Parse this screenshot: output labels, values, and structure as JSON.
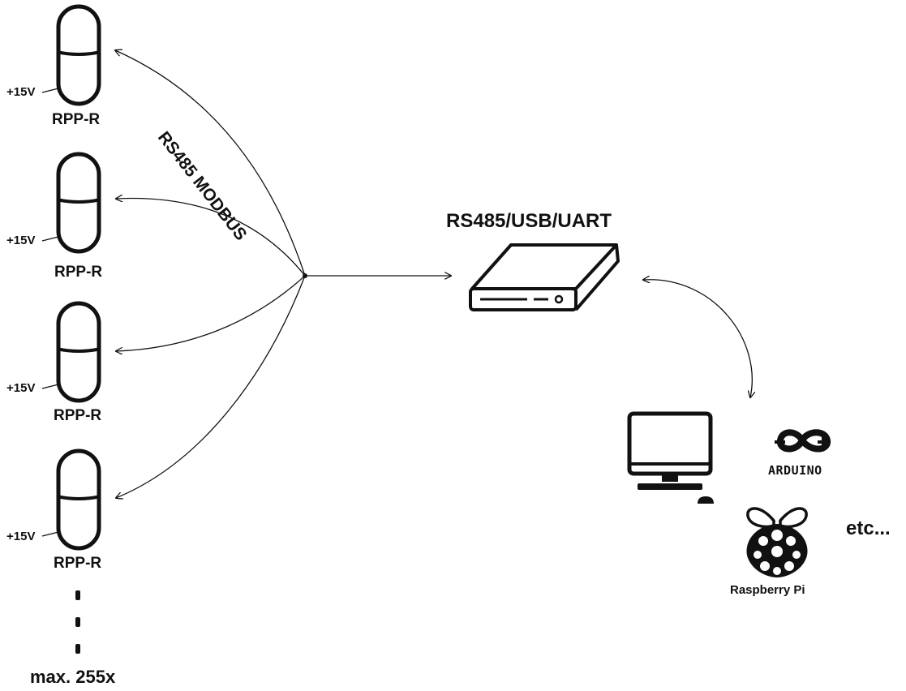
{
  "sensors": [
    {
      "voltage": "+15V",
      "name": "RPP-R"
    },
    {
      "voltage": "+15V",
      "name": "RPP-R"
    },
    {
      "voltage": "+15V",
      "name": "RPP-R"
    },
    {
      "voltage": "+15V",
      "name": "RPP-R"
    }
  ],
  "max_label": "max. 255x",
  "bus_label": "RS485 MODBUS",
  "converter_label": "RS485/USB/UART",
  "hosts": {
    "arduino_label": "ARDUINO",
    "raspberry_label": "Raspberry Pi",
    "etc_label": "etc..."
  },
  "icons": [
    "sensor-icon",
    "converter-box-icon",
    "monitor-icon",
    "mouse-icon",
    "arduino-logo-icon",
    "raspberry-pi-logo-icon"
  ]
}
